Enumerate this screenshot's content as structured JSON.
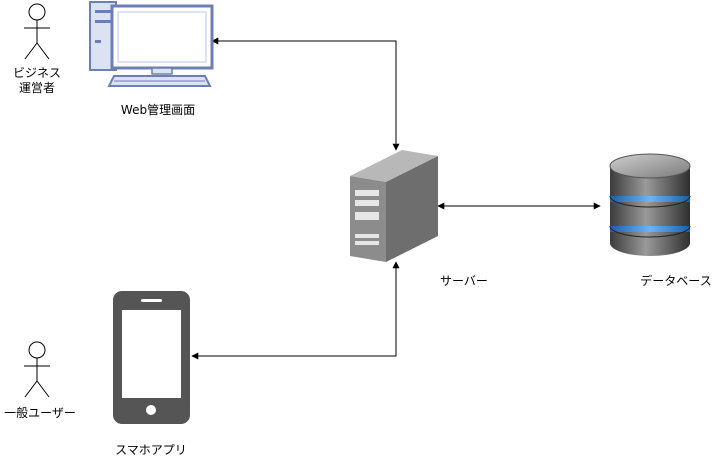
{
  "nodes": {
    "business_operator": {
      "label_line1": "ビジネス",
      "label_line2": "運営者",
      "icon": "actor-icon"
    },
    "web_admin": {
      "label": "Web管理画面",
      "icon": "desktop-computer-icon"
    },
    "server": {
      "label": "サーバー",
      "icon": "server-tower-icon"
    },
    "database": {
      "label": "データベース",
      "icon": "database-icon"
    },
    "smartphone_app": {
      "label": "スマホアプリ",
      "icon": "smartphone-icon"
    },
    "general_user": {
      "label": "一般ユーザー",
      "icon": "actor-icon"
    }
  },
  "edges": [
    {
      "from": "server",
      "to": "web_admin",
      "style": "arrow-both-ends"
    },
    {
      "from": "server",
      "to": "database",
      "style": "arrow-both-ends"
    },
    {
      "from": "server",
      "to": "smartphone_app",
      "style": "arrow-both-ends"
    }
  ],
  "colors": {
    "line": "#000000",
    "monitor_fill": "#dbe2f1",
    "monitor_stroke": "#6c7fb5",
    "phone": "#555555",
    "server_front": "#8c8c8c",
    "server_side": "#6e6e6e",
    "db_band": "#3c83d6"
  }
}
